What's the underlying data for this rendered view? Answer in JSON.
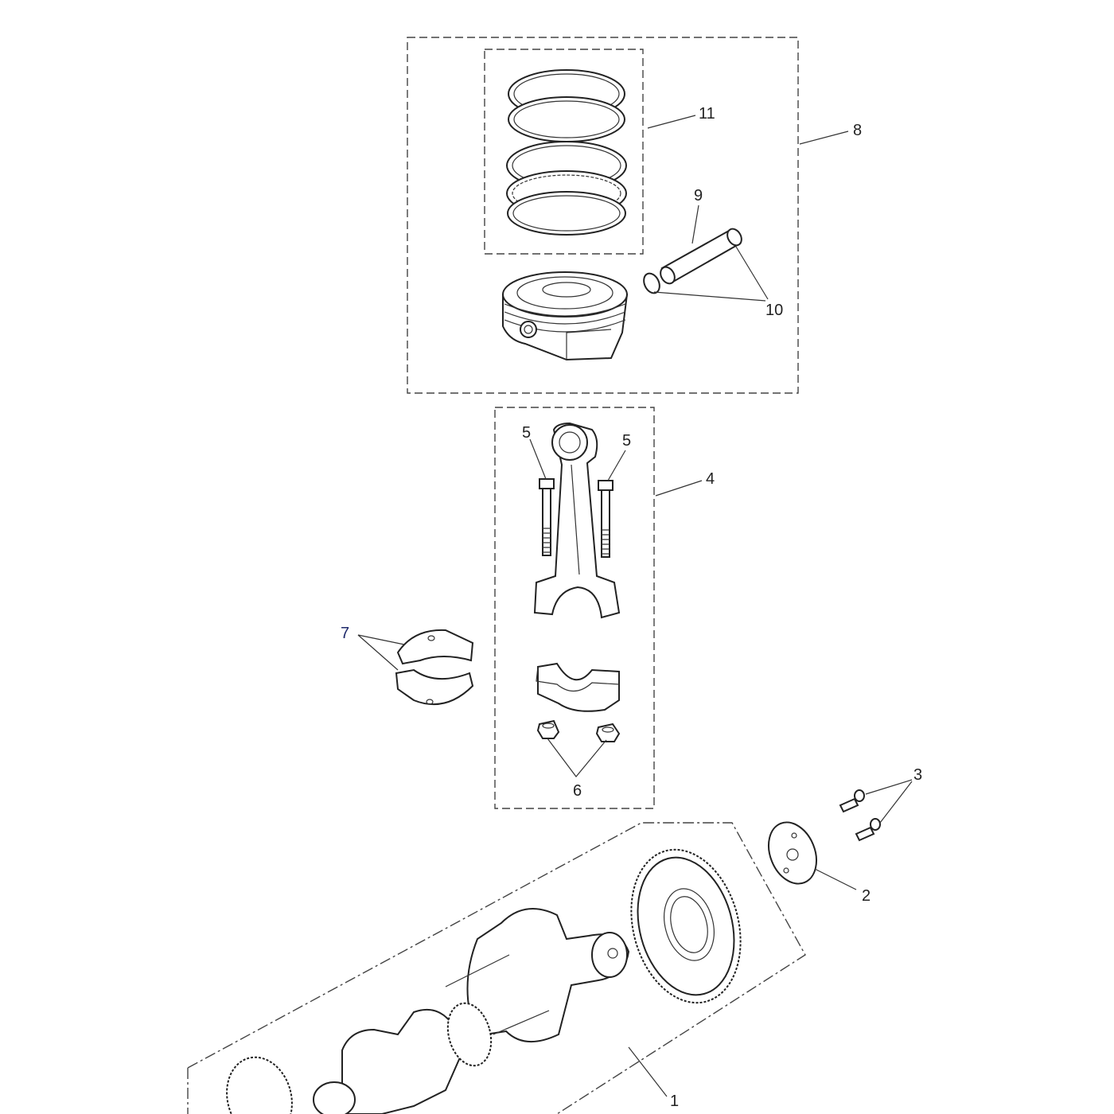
{
  "diagram": {
    "callouts": [
      {
        "id": "c1",
        "text": "1"
      },
      {
        "id": "c2",
        "text": "2"
      },
      {
        "id": "c3",
        "text": "3"
      },
      {
        "id": "c4",
        "text": "4"
      },
      {
        "id": "c5a",
        "text": "5"
      },
      {
        "id": "c5b",
        "text": "5"
      },
      {
        "id": "c6",
        "text": "6"
      },
      {
        "id": "c7",
        "text": "7"
      },
      {
        "id": "c8",
        "text": "8"
      },
      {
        "id": "c9",
        "text": "9"
      },
      {
        "id": "c10",
        "text": "10"
      },
      {
        "id": "c11",
        "text": "11"
      }
    ],
    "parts": [
      {
        "name": "crankshaft-assembly",
        "callout": "1"
      },
      {
        "name": "crankshaft-washer-plate",
        "callout": "2"
      },
      {
        "name": "screws",
        "callout": "3"
      },
      {
        "name": "connecting-rod-assembly",
        "callout": "4"
      },
      {
        "name": "connecting-rod-bolts",
        "callout": "5"
      },
      {
        "name": "connecting-rod-nuts",
        "callout": "6"
      },
      {
        "name": "big-end-bearing-shells",
        "callout": "7"
      },
      {
        "name": "piston-assembly",
        "callout": "8"
      },
      {
        "name": "gudgeon-pin",
        "callout": "9"
      },
      {
        "name": "circlips",
        "callout": "10"
      },
      {
        "name": "piston-ring-set",
        "callout": "11"
      }
    ],
    "colors": {
      "line": "#222222",
      "background": "#ffffff",
      "callout_blue": "#1f2a6b"
    }
  }
}
